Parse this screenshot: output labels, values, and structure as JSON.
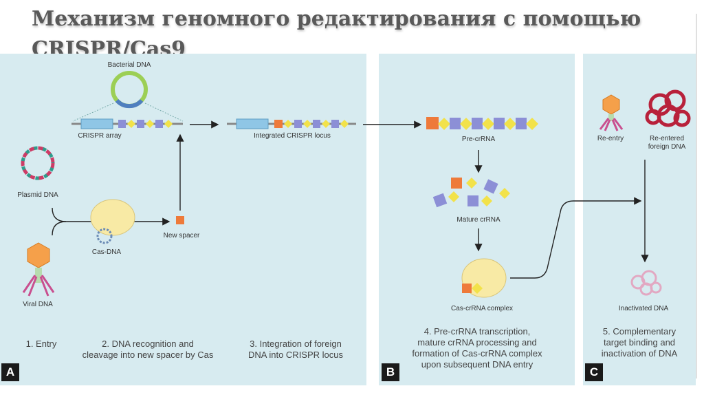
{
  "title": "Механизм геномного редактирования с помощью CRISPR/Cas9",
  "panels": {
    "a": "A",
    "b": "B",
    "c": "C"
  },
  "labels": {
    "bacterial_dna": "Bacterial DNA",
    "crispr_array": "CRISPR array",
    "plasmid_dna": "Plasmid DNA",
    "viral_dna": "Viral DNA",
    "cas_dna": "Cas-DNA",
    "new_spacer": "New spacer",
    "integrated_locus": "Integrated CRISPR locus",
    "pre_crrna": "Pre-crRNA",
    "mature_crrna": "Mature crRNA",
    "cas_crrna_complex": "Cas-crRNA complex",
    "re_entry": "Re-entry",
    "re_entered_dna": "Re-entered\nforeign DNA",
    "inactivated_dna": "Inactivated DNA"
  },
  "steps": {
    "s1": "1. Entry",
    "s2": "2. DNA recognition and\ncleavage into new spacer by Cas",
    "s3": "3. Integration of foreign\nDNA into CRISPR locus",
    "s4": "4. Pre-crRNA transcription,\nmature crRNA processing and\nformation of Cas-crRNA complex\nupon subsequent DNA entry",
    "s5": "5. Complementary\ntarget binding and\ninactivation of DNA"
  },
  "colors": {
    "panel_bg": "#d7ebf0",
    "repeat_blue": "#8fc6e6",
    "spacer_purple": "#8c8fd6",
    "spacer_yellow": "#f2e24a",
    "new_spacer_orange": "#ee7a3a",
    "cas_protein": "#f8eaa5",
    "dna_pink": "#cc3c66"
  }
}
